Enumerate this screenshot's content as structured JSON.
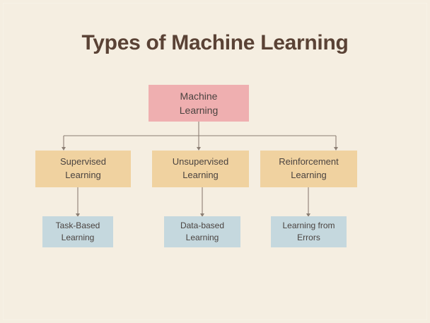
{
  "page": {
    "title": "Types of Machine Learning",
    "background_color": "#F5EEE1",
    "title_color": "#5A4235"
  },
  "palette": {
    "root_fill": "#EFAFB0",
    "level2_fill": "#F0D2A0",
    "level3_fill": "#C5D8DE",
    "connector": "#8C7F74",
    "node_text": "#4A4340"
  },
  "diagram": {
    "type": "tree",
    "orientation": "top-down",
    "root": {
      "id": "machine-learning",
      "label_lines": [
        "Machine",
        "Learning"
      ],
      "fill": "#EFAFB0"
    },
    "branches": [
      {
        "id": "supervised-learning",
        "label_lines": [
          "Supervised",
          "Learning"
        ],
        "fill": "#F0D2A0",
        "child": {
          "id": "task-based-learning",
          "label_lines": [
            "Task-Based",
            "Learning"
          ],
          "fill": "#C5D8DE"
        }
      },
      {
        "id": "unsupervised-learning",
        "label_lines": [
          "Unsupervised",
          "Learning"
        ],
        "fill": "#F0D2A0",
        "child": {
          "id": "data-based-learning",
          "label_lines": [
            "Data-based",
            "Learning"
          ],
          "fill": "#C5D8DE"
        }
      },
      {
        "id": "reinforcement-learning",
        "label_lines": [
          "Reinforcement",
          "Learning"
        ],
        "fill": "#F0D2A0",
        "child": {
          "id": "learning-from-errors",
          "label_lines": [
            "Learning from",
            "Errors"
          ],
          "fill": "#C5D8DE"
        }
      }
    ]
  }
}
